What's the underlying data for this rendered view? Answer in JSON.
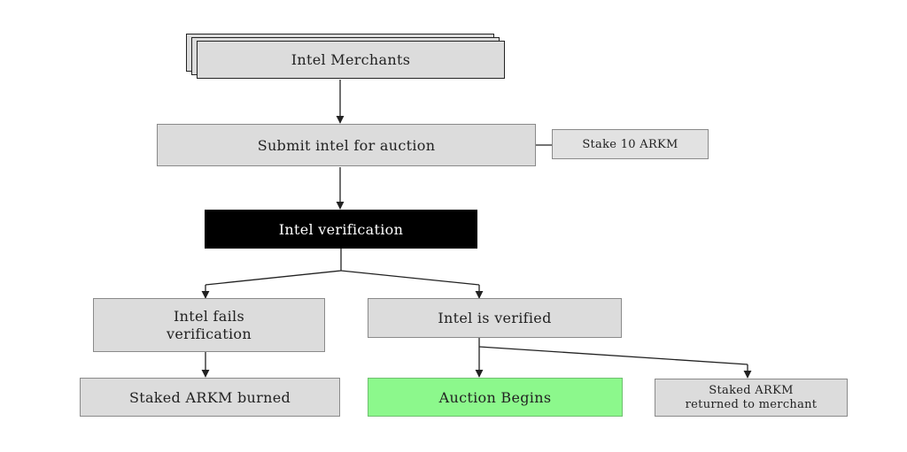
{
  "nodes": {
    "intel_merchants": "Intel Merchants",
    "submit_intel": "Submit intel for auction",
    "stake": "Stake 10 ARKM",
    "intel_verification": "Intel verification",
    "fails_line1": "Intel fails",
    "fails_line2": "verification",
    "verified": "Intel is verified",
    "burned": "Staked ARKM burned",
    "auction": "Auction Begins",
    "returned_line1": "Staked ARKM",
    "returned_line2": "returned to merchant"
  },
  "colors": {
    "box_fill": "#dcdcdc",
    "verification_fill": "#000000",
    "auction_fill": "#8cf88c",
    "connector": "#222222"
  }
}
